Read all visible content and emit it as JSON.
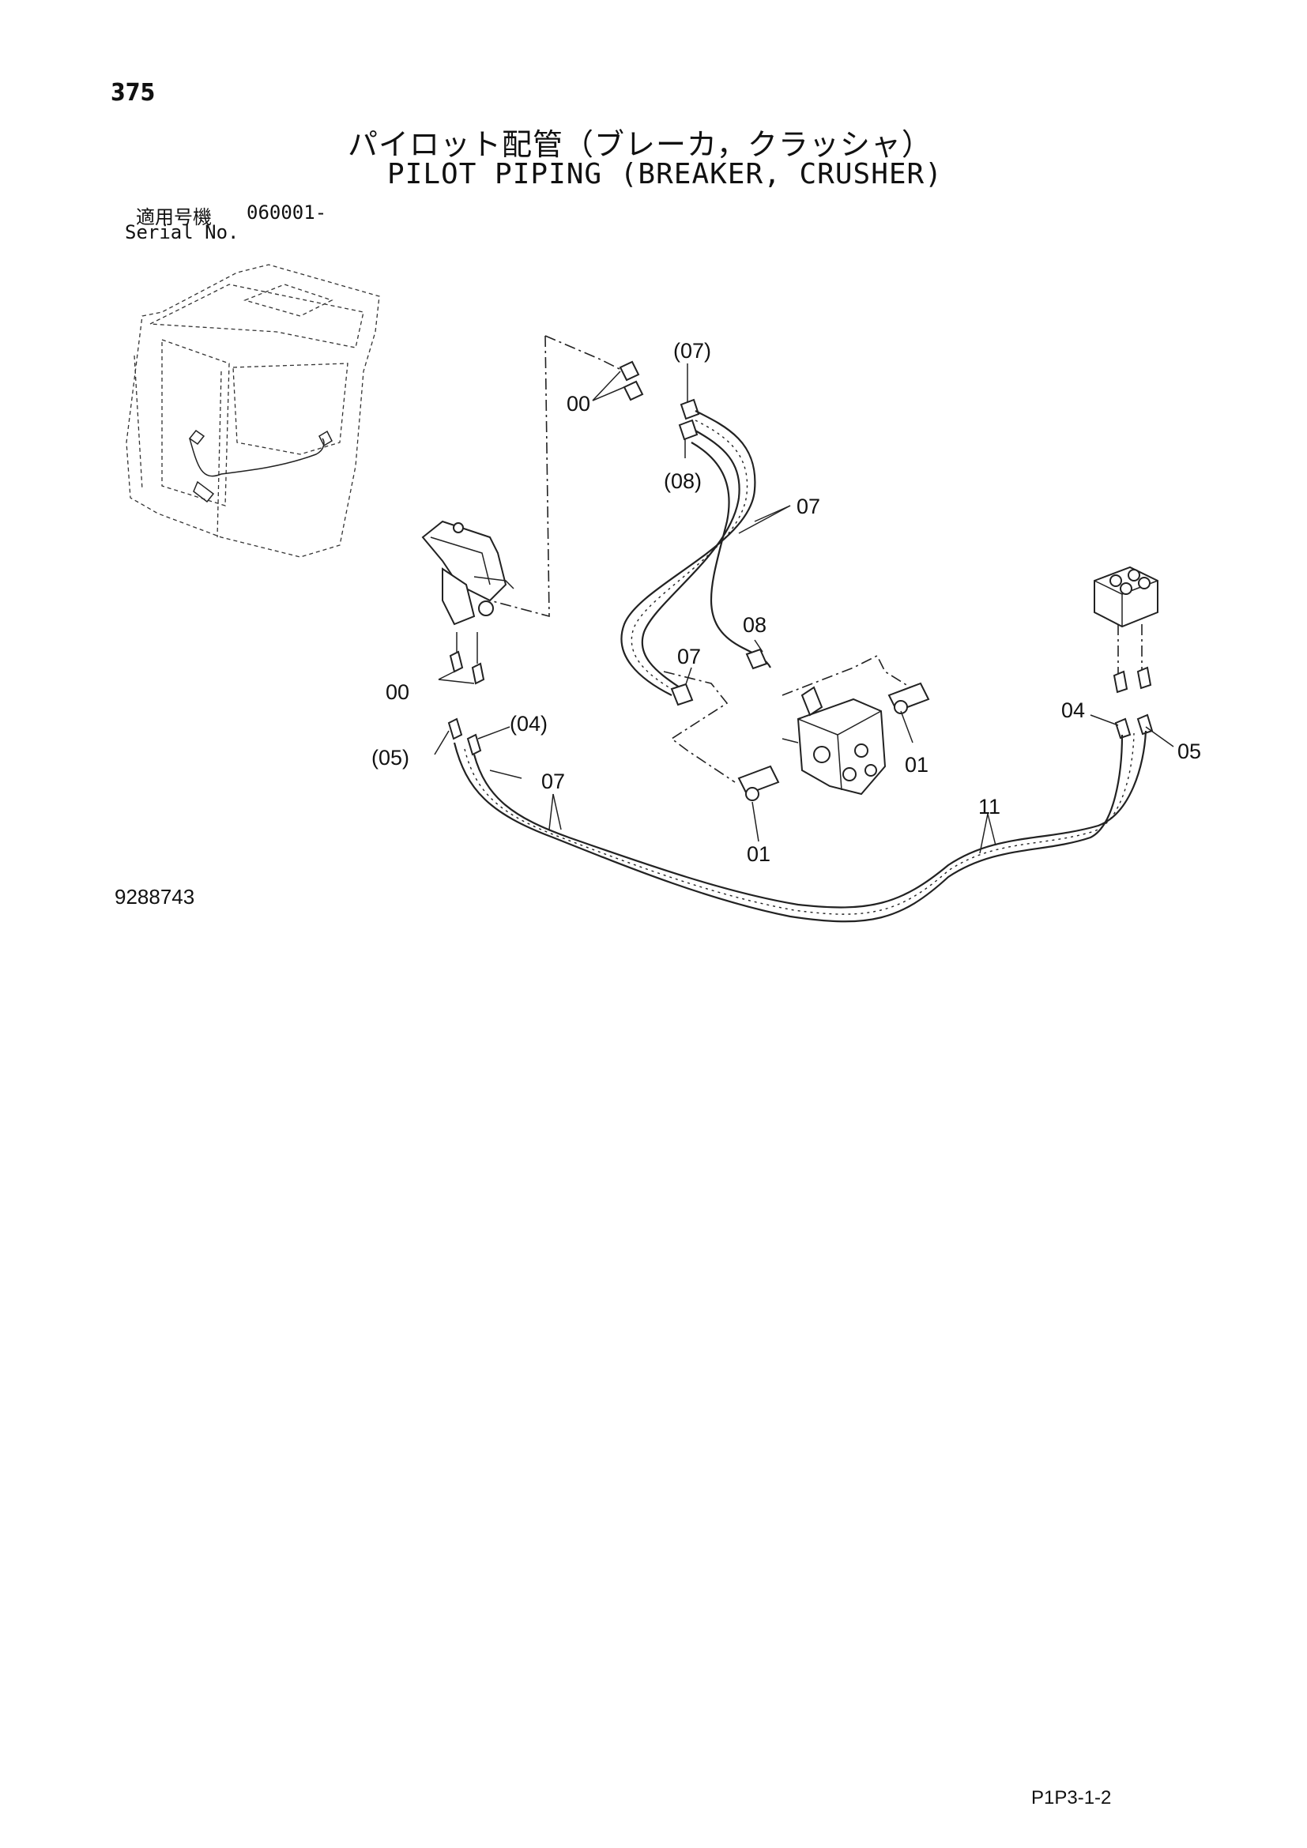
{
  "header": {
    "page_number": "375",
    "title_ja": "パイロット配管（ブレーカ，クラッシャ）",
    "title_en": "PILOT PIPING (BREAKER, CRUSHER)",
    "serial_label_ja": "適用号機",
    "serial_value": "060001-",
    "serial_label_en": "Serial No."
  },
  "callouts": {
    "c07_top": "(07)",
    "c00_top": "00",
    "c08_paren": "(08)",
    "c07_hose_top": "07",
    "c08": "08",
    "c07_mid": "07",
    "c00_left": "00",
    "c04_paren": "(04)",
    "c05_paren": "(05)",
    "c07_low": "07",
    "c01_right": "01",
    "c01_bottom": "01",
    "c11": "11",
    "c04_right": "04",
    "c05_right": "05"
  },
  "footer": {
    "figure_code": "9288743",
    "page_code": "P1P3-1-2"
  }
}
